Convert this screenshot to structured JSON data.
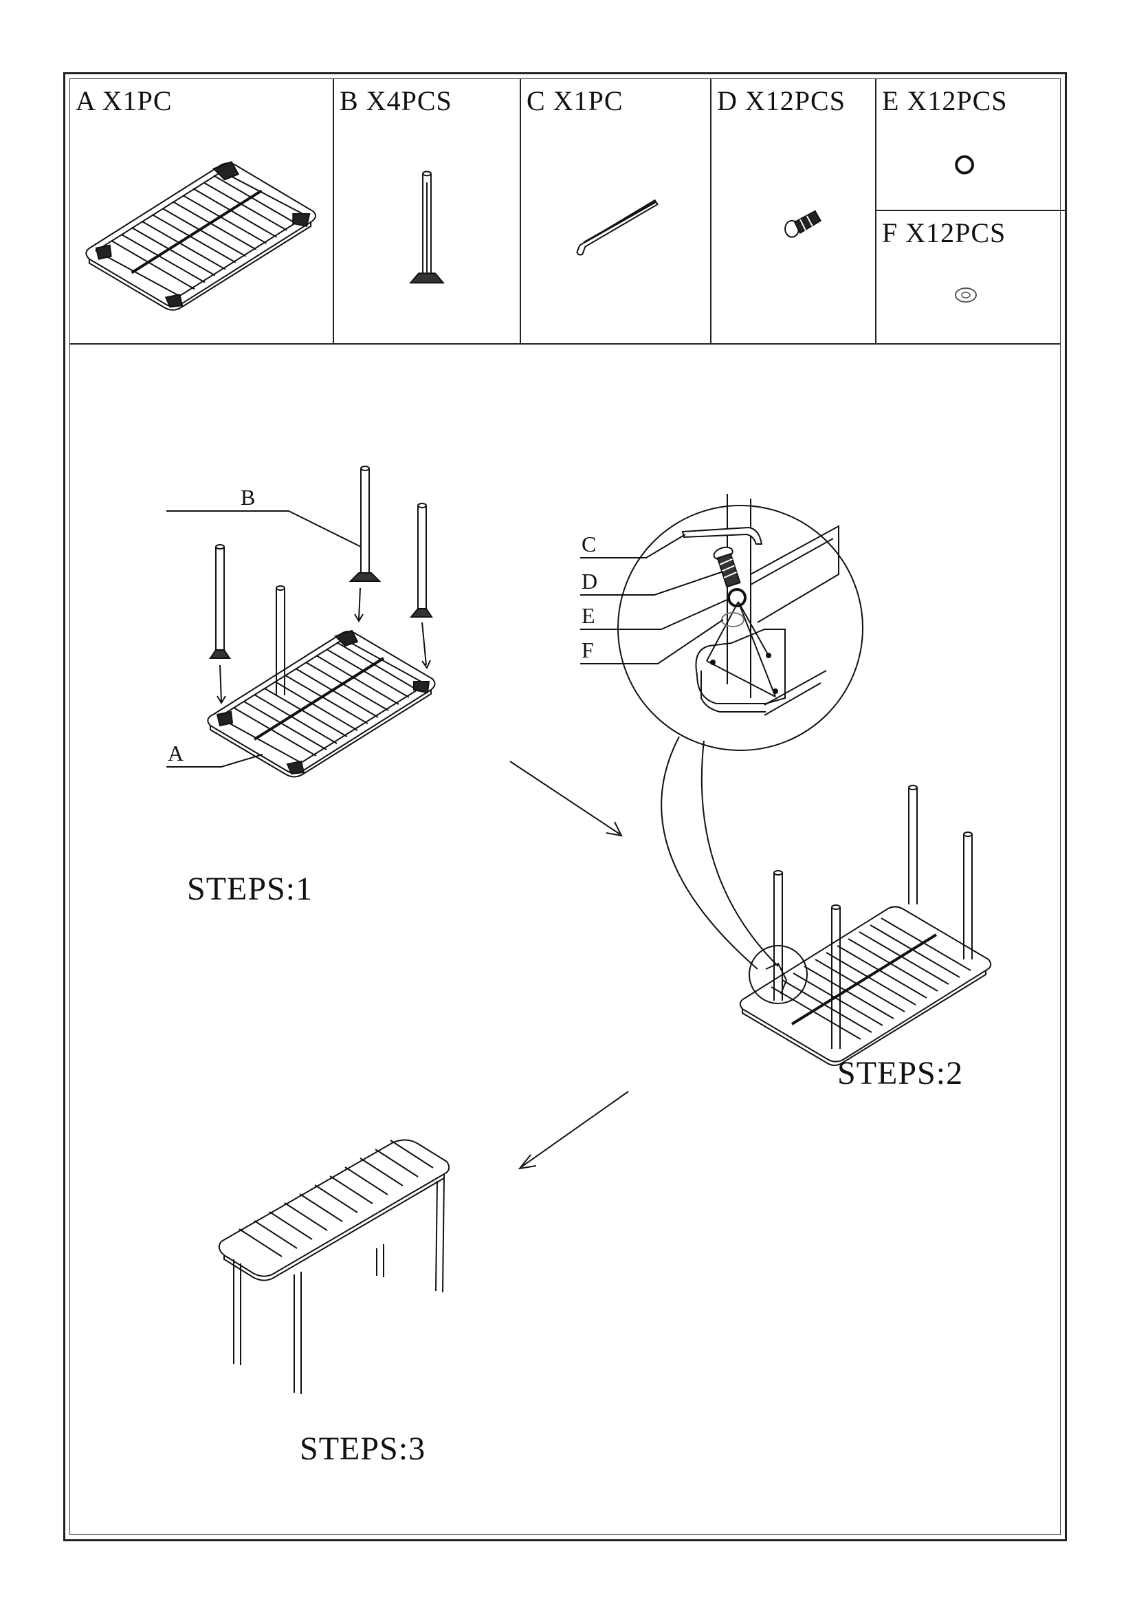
{
  "parts": [
    {
      "id": "A",
      "label": "A X1PC",
      "icon": "table-top-frame-icon"
    },
    {
      "id": "B",
      "label": "B X4PCS",
      "icon": "table-leg-icon"
    },
    {
      "id": "C",
      "label": "C X1PC",
      "icon": "allen-key-icon"
    },
    {
      "id": "D",
      "label": "D X12PCS",
      "icon": "bolt-icon"
    },
    {
      "id": "E",
      "label": "E X12PCS",
      "icon": "spring-washer-icon"
    },
    {
      "id": "F",
      "label": "F X12PCS",
      "icon": "flat-washer-icon"
    }
  ],
  "steps": [
    {
      "label": "STEPS:1"
    },
    {
      "label": "STEPS:2"
    },
    {
      "label": "STEPS:3"
    }
  ],
  "callouts": {
    "step1": [
      "B",
      "A"
    ],
    "step2": [
      "C",
      "D",
      "E",
      "F"
    ]
  }
}
